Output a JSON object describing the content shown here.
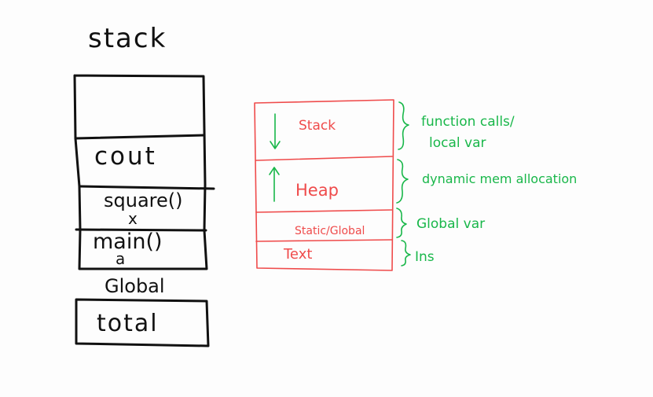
{
  "left_stack": {
    "title": "stack",
    "frames": [
      {
        "label": "",
        "var": ""
      },
      {
        "label": "cout",
        "var": ""
      },
      {
        "label": "square()",
        "var": "x"
      },
      {
        "label": "main()",
        "var": "a"
      }
    ],
    "global_label": "Global",
    "global_box": "total"
  },
  "memory_layout": {
    "segments": [
      "Stack",
      "Heap",
      "Static/Global",
      "Text"
    ],
    "annotations": [
      {
        "line1": "function calls/",
        "line2": "local var"
      },
      {
        "line1": "dynamic mem allocation",
        "line2": ""
      },
      {
        "line1": "Global var",
        "line2": ""
      },
      {
        "line1": "Ins",
        "line2": ""
      }
    ]
  },
  "colors": {
    "ink": "#111111",
    "red": "#ef4b4b",
    "green": "#19b74a"
  }
}
